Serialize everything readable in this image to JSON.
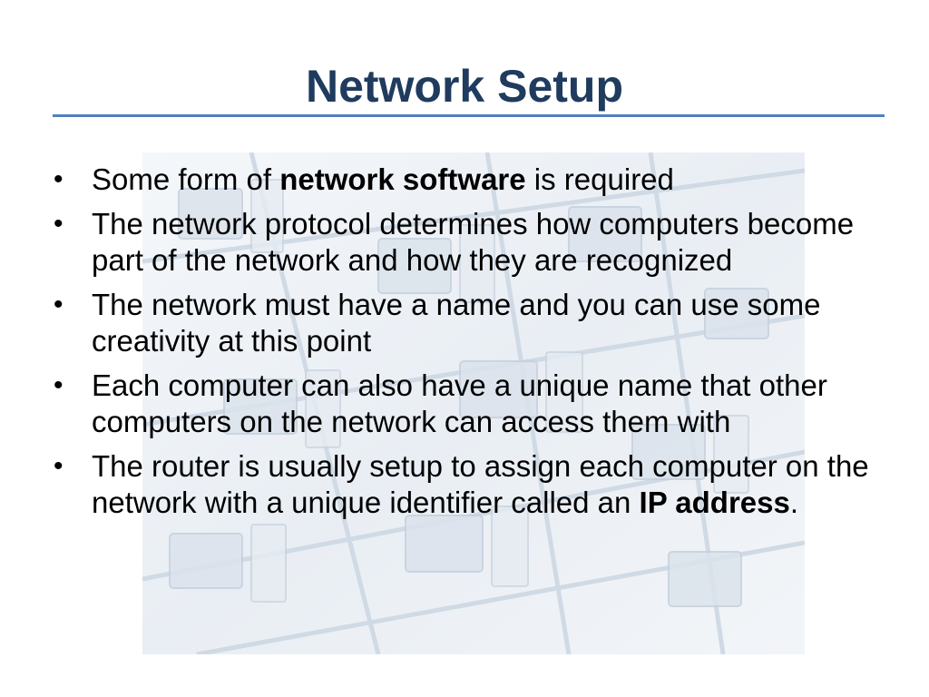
{
  "slide": {
    "title": "Network Setup",
    "colors": {
      "title": "#1f3b5e",
      "rule": "#4f81bd",
      "text": "#000000"
    },
    "bullet_glyph": "•",
    "bullets": [
      {
        "pre": "Some form of ",
        "bold": "network software",
        "post": " is required"
      },
      {
        "pre": "The network protocol determines how computers become part of the network and how they are recognized",
        "bold": "",
        "post": ""
      },
      {
        "pre": "The network must have a name and you can use some creativity at this point",
        "bold": "",
        "post": ""
      },
      {
        "pre": "Each computer can also have a unique name that other computers on the network can access them with",
        "bold": "",
        "post": ""
      },
      {
        "pre": "The router is usually setup to assign each computer on the network with a unique identifier called an ",
        "bold": "IP address",
        "post": "."
      }
    ],
    "background_image": {
      "icon": "network-computers-illustration"
    }
  }
}
